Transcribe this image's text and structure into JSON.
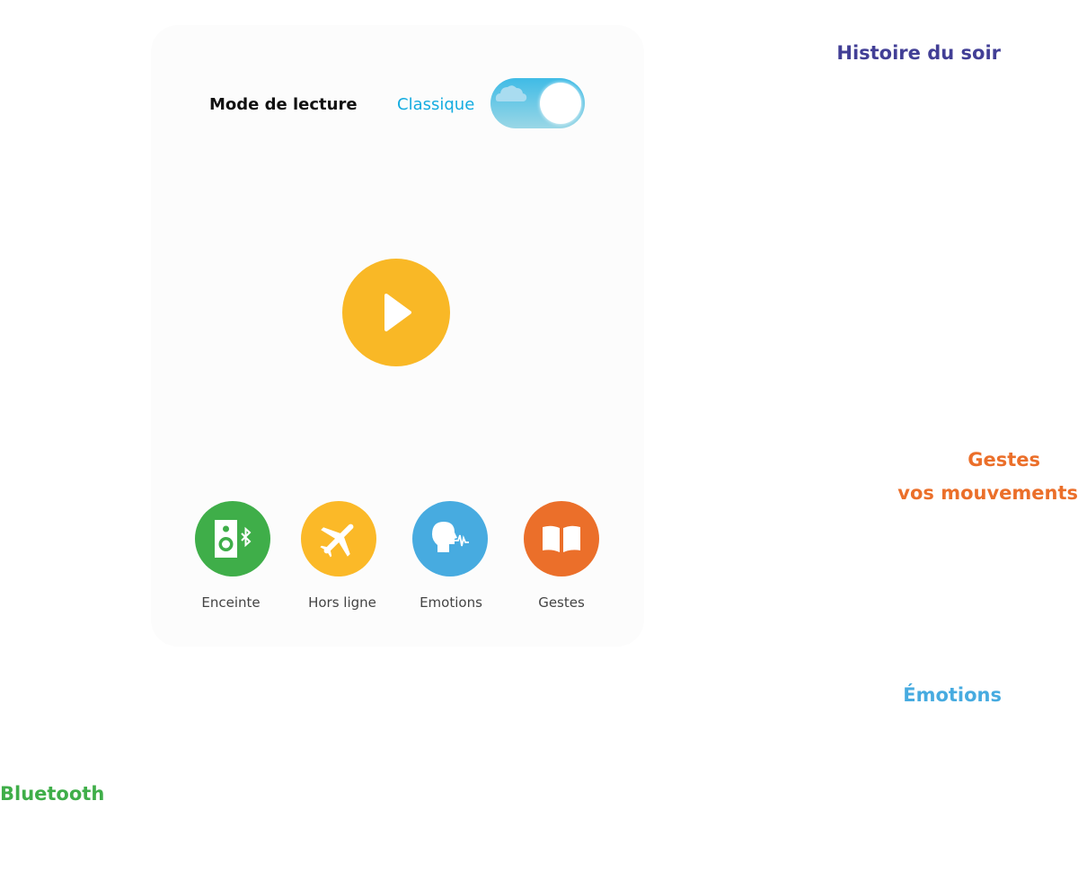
{
  "header": {
    "mode_label": "Mode de lecture",
    "mode_value": "Classique",
    "toggle_on": true
  },
  "player": {
    "play_icon": "play-icon"
  },
  "features": [
    {
      "label": "Enceinte",
      "icon": "speaker-bluetooth-icon",
      "color": "#3fae49"
    },
    {
      "label": "Hors ligne",
      "icon": "airplane-icon",
      "color": "#fbb928"
    },
    {
      "label": "Emotions",
      "icon": "head-voice-icon",
      "color": "#47abe0"
    },
    {
      "label": "Gestes",
      "icon": "book-icon",
      "color": "#eb6f2a"
    }
  ],
  "callouts": {
    "histoire": "Histoire du soir",
    "gestes_title": "Gestes",
    "gestes_sub": "vos mouvements",
    "emotions": "Émotions",
    "bluetooth": "Bluetooth"
  },
  "colors": {
    "purple": "#423f96",
    "orange": "#eb6f2a",
    "blue": "#47abe0",
    "green": "#3fae49",
    "accent": "#14ace0"
  }
}
